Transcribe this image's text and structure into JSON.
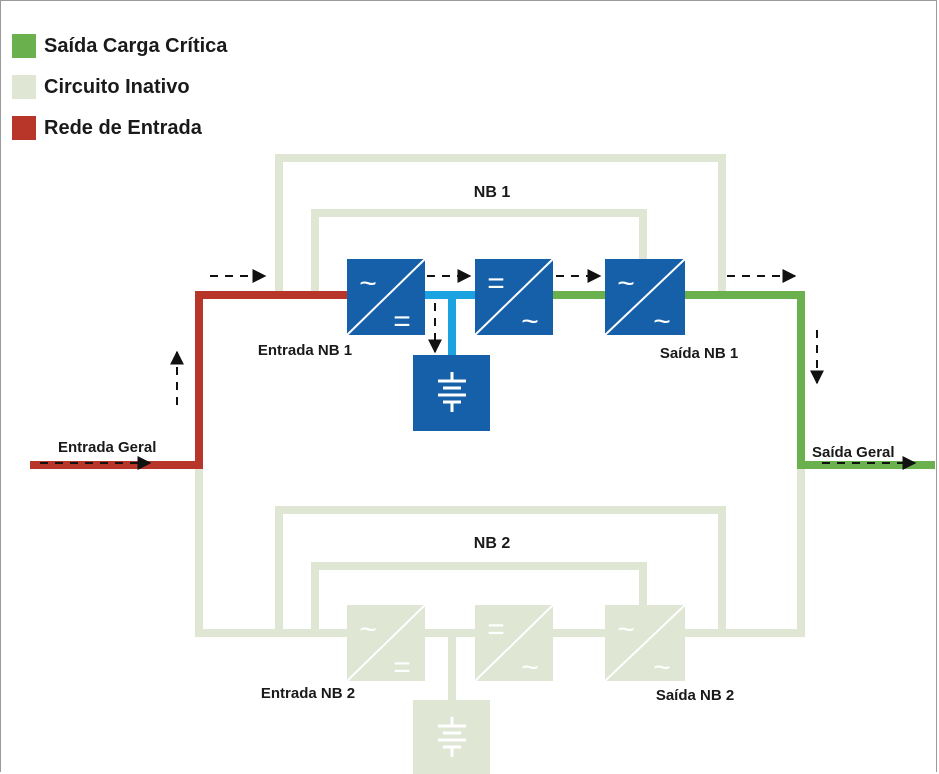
{
  "legend": [
    {
      "label": "Saída Carga Crítica",
      "color": "#6ab04c"
    },
    {
      "label": "Circuito Inativo",
      "color": "#dfe6d4"
    },
    {
      "label": "Rede de Entrada",
      "color": "#b8352a"
    }
  ],
  "labels": {
    "nb1": "NB 1",
    "nb2": "NB 2",
    "entrada_nb1": "Entrada NB 1",
    "saida_nb1": "Saída NB 1",
    "entrada_nb2": "Entrada NB 2",
    "saida_nb2": "Saída NB 2",
    "entrada_geral": "Entrada Geral",
    "saida_geral": "Saída Geral"
  },
  "colors": {
    "critical_output": "#6ab04c",
    "inactive": "#dfe6d4",
    "input_mains": "#b8352a",
    "dc_bus": "#1aa3e0",
    "active_block": "#1560a8",
    "inactive_block": "#dfe6d4"
  },
  "blocks": {
    "nb1_rectifier": {
      "symbol_top": "~",
      "symbol_bottom": "="
    },
    "nb1_inverter": {
      "symbol_top": "=",
      "symbol_bottom": "~"
    },
    "nb1_bypass": {
      "symbol_top": "~",
      "symbol_bottom": "~"
    },
    "nb2_rectifier": {
      "symbol_top": "~",
      "symbol_bottom": "="
    },
    "nb2_inverter": {
      "symbol_top": "=",
      "symbol_bottom": "~"
    },
    "nb2_bypass": {
      "symbol_top": "~",
      "symbol_bottom": "~"
    }
  }
}
